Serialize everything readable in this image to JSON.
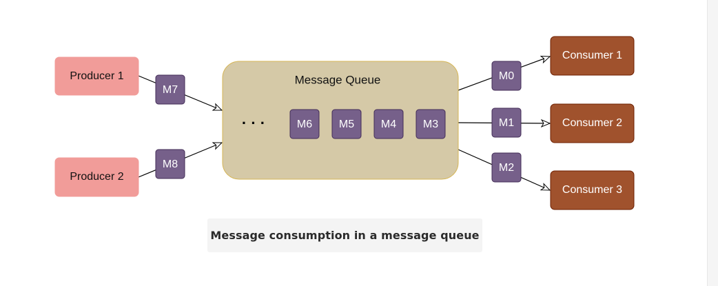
{
  "colors": {
    "producer_fill": "#f19c99",
    "consumer_fill": "#a0522d",
    "consumer_stroke": "#6d1f00",
    "message_fill": "#76608a",
    "message_stroke": "#432d57",
    "queue_fill": "#d5c9a7",
    "queue_stroke": "#d6b656"
  },
  "producers": [
    {
      "label": "Producer 1"
    },
    {
      "label": "Producer 2"
    }
  ],
  "queue": {
    "title": "Message Queue",
    "ellipsis": "· · ·",
    "messages": [
      "M6",
      "M5",
      "M4",
      "M3"
    ]
  },
  "incoming_messages": [
    "M7",
    "M8"
  ],
  "outgoing_messages": [
    "M0",
    "M1",
    "M2"
  ],
  "consumers": [
    {
      "label": "Consumer 1"
    },
    {
      "label": "Consumer 2"
    },
    {
      "label": "Consumer 3"
    }
  ],
  "caption": "Message consumption in a message queue"
}
